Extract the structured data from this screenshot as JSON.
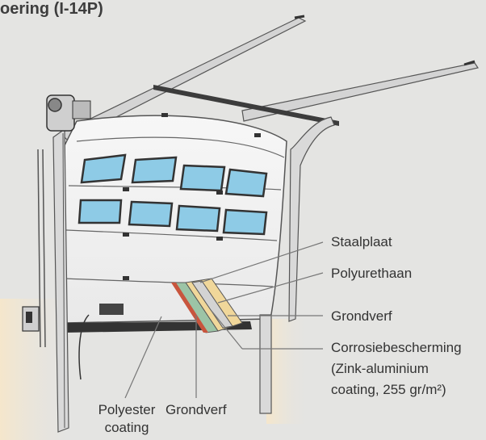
{
  "header": {
    "title": "oering (I-14P)"
  },
  "labels": {
    "staalplaat": "Staalplaat",
    "polyurethaan": "Polyurethaan",
    "grondverf_right": "Grondverf",
    "corrosie": "Corrosiebescherming",
    "zink_line1": "(Zink-aluminium",
    "zink_line2": "coating, 255 gr/m²)",
    "polyester_line1": "Polyester",
    "polyester_line2": "coating",
    "grondverf_bottom": "Grondverf"
  },
  "colors": {
    "background": "#e4e4e2",
    "door_panel": "#f3f3f3",
    "rail": "#c9c9c9",
    "window_glass": "#8ecbe6",
    "leader_line": "#777777",
    "polyurethane_yellow": "#f0d79a",
    "primer_red": "#c8553d",
    "coating_green": "#7fae8a"
  },
  "icons": {
    "motor": "motor-unit-icon",
    "control_box": "control-box-icon"
  }
}
